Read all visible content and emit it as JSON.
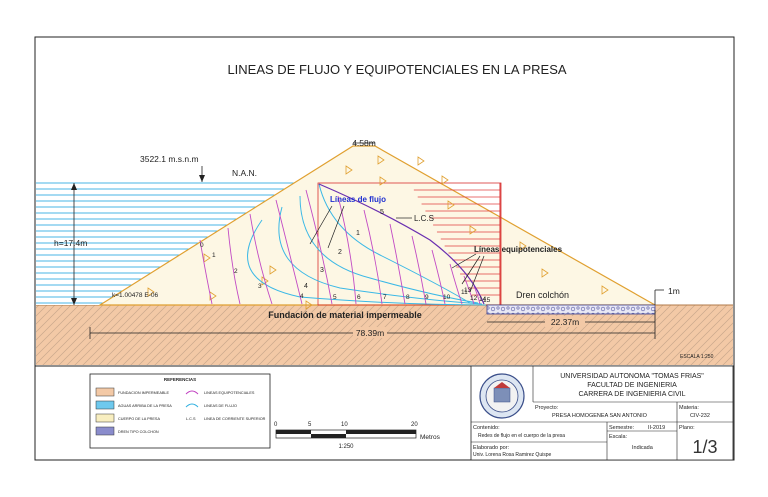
{
  "title": "LINEAS DE FLUJO Y EQUIPOTENCIALES EN LA PRESA",
  "dam": {
    "crest_width": "4.58m",
    "elevation": "3522.1 m.s.n.m",
    "nan": "N.A.N.",
    "height": "h=17.4m",
    "base_length": "78.39m",
    "drain_length": "22.37m",
    "drain_height": "1m",
    "drain_label": "Dren colchón",
    "foundation_label": "Fundación de material impermeable",
    "flow_lines_label": "Líneas de flujo",
    "equipotential_label": "Líneas equipotenciales",
    "lcs_label": "L.C.S",
    "permeability": "k=1.00478 E-06",
    "scale_small": "ESCALA 1:250"
  },
  "flow_line_numbers": [
    "1",
    "2",
    "3",
    "4",
    "5"
  ],
  "equipotential_numbers": [
    "0",
    "1",
    "2",
    "3",
    "4",
    "5",
    "6",
    "7",
    "8",
    "9",
    "10",
    "11",
    "12",
    "13",
    "14",
    "15"
  ],
  "legend": {
    "title": "REFERENCIAS",
    "items": [
      {
        "label": "FUNDACION IMPERMEABLE",
        "color": "#f3c9a6"
      },
      {
        "label": "AGUAS ARRIBA DE LA PRESA",
        "color": "#6ec9ee"
      },
      {
        "label": "CUERPO DE LA PRESA",
        "color": "#f8eec0"
      },
      {
        "label": "DREN TIPO COLCHON",
        "color": "#8a8ccc"
      }
    ],
    "line_items": [
      {
        "label": "LINEAS EQUIPOTENCIALES",
        "color": "#c040c0"
      },
      {
        "label": "LINEAS DE FLUJO",
        "color": "#30b0e0"
      },
      {
        "label": "LINEA DE CORRIENTE SUPERIOR",
        "color": "#6a2fb0",
        "code": "L.C.S"
      }
    ]
  },
  "scale_bar": {
    "ticks": [
      "0",
      "5",
      "10",
      "20"
    ],
    "unit": "Metros",
    "ratio": "1:250"
  },
  "title_block": {
    "university": "UNIVERSIDAD AUTONOMA \"TOMAS FRIAS\"",
    "faculty": "FACULTAD DE INGENIERIA",
    "career": "CARRERA DE INGENIERIA CIVIL",
    "project_label": "Proyecto:",
    "project": "PRESA HOMOGENEA SAN ANTONIO",
    "subject_label": "Materia:",
    "subject": "CIV-232",
    "content_label": "Contenido:",
    "content": "Redes de flujo en el cuerpo de la presa",
    "semester_label": "Semestre:",
    "semester": "II-2019",
    "plan_label": "Plano:",
    "plan": "1/3",
    "made_label": "Elaborado por:",
    "made_by": "Univ. Lorena Rosa Ramirez Quispe",
    "scale_label": "Escala:",
    "scale": "Indicada"
  }
}
